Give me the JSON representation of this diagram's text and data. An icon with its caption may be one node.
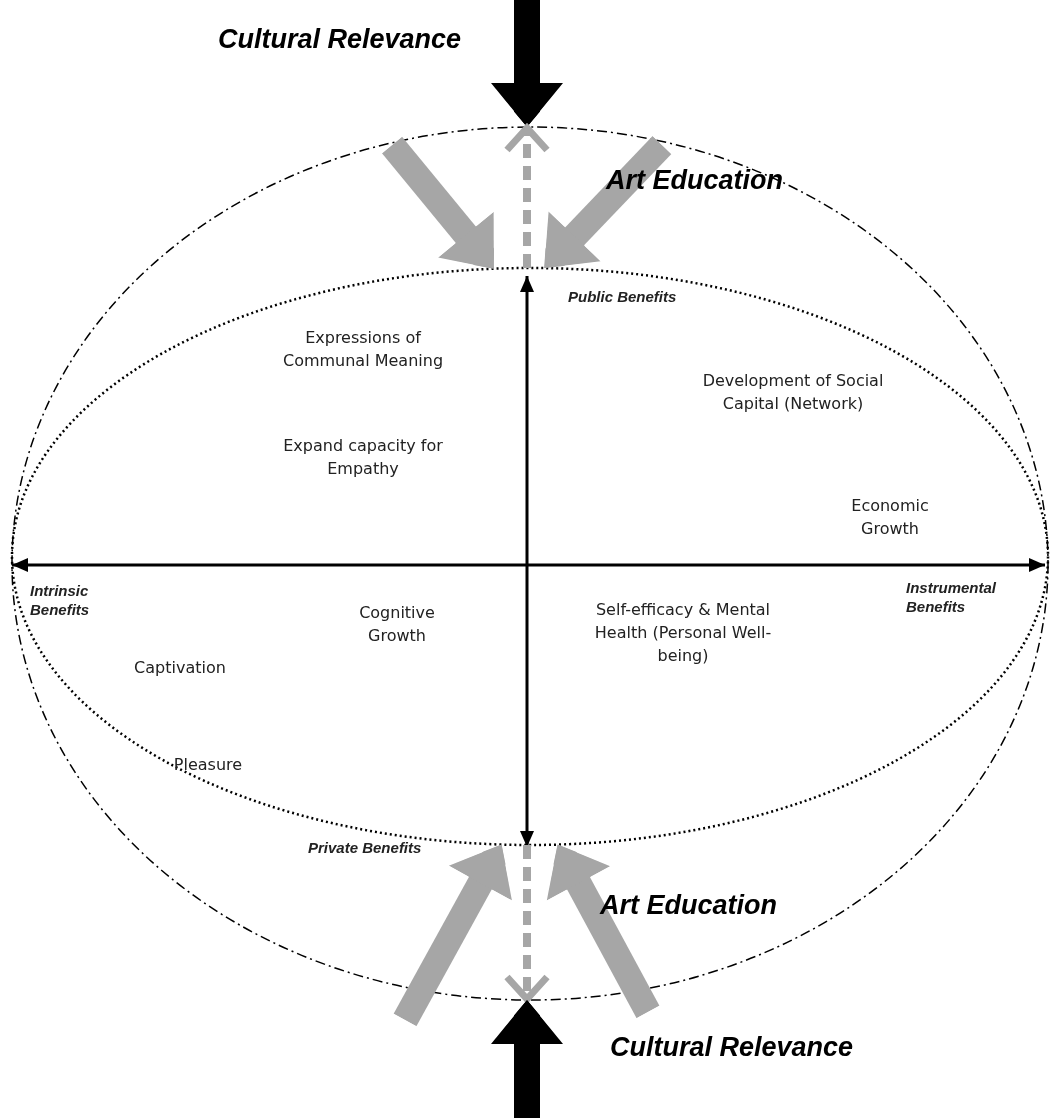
{
  "diagram": {
    "nodes": [
      {
        "text": [],
        "shape": "ellipse"
      },
      {
        "text": [],
        "shape": "ellipse",
        "in": 0
      }
    ],
    "edges": [
      {
        "from": null,
        "to": 0,
        "arrow": "to",
        "color": "#000000"
      },
      {
        "from": null,
        "to": 1,
        "arrow": "to"
      },
      {
        "from": null,
        "to": 1,
        "arrow": "to"
      },
      {
        "from": 1,
        "to": 0,
        "arrow": "to",
        "style": "dashed"
      },
      {
        "from": null,
        "to": 1,
        "arrow": "to"
      },
      {
        "from": null,
        "to": 1,
        "arrow": "to"
      },
      {
        "from": 1,
        "to": 0,
        "arrow": "to",
        "style": "dashed"
      },
      {
        "from": null,
        "to": 0,
        "arrow": "to",
        "color": "#000000"
      }
    ],
    "labels": [
      "Cultural Relevance",
      "Art Education",
      "Public Benefits",
      "Expressions of Communal Meaning",
      "Development of Social Capital (Network)",
      "Expand capacity for Empathy",
      "Economic Growth",
      "Intrinsic Benefits",
      "Instrumental Benefits",
      "Cognitive Growth",
      "Self-efficacy & Mental Health (Personal Well-being)",
      "Captivation",
      "Pleasure",
      "Private Benefits",
      "Art Education",
      "Cultural Relevance"
    ]
  }
}
